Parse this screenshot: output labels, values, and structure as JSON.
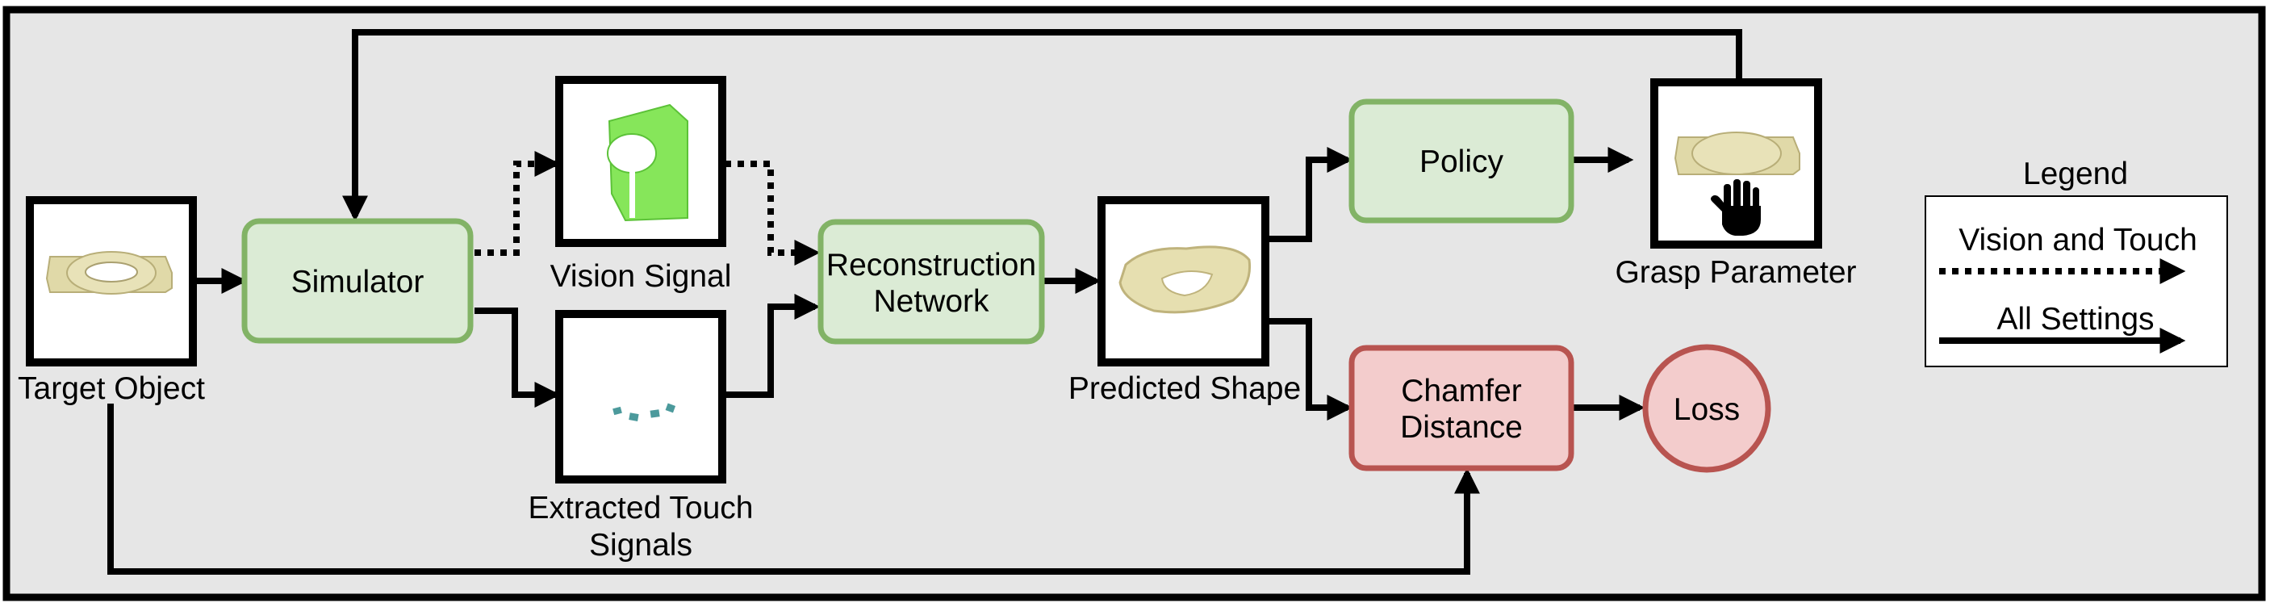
{
  "diagram": {
    "nodes": {
      "target_object": "Target Object",
      "simulator": "Simulator",
      "vision_signal": "Vision Signal",
      "touch_signals_line1": "Extracted Touch",
      "touch_signals_line2": "Signals",
      "reconstruction_line1": "Reconstruction",
      "reconstruction_line2": "Network",
      "predicted_shape": "Predicted Shape",
      "policy": "Policy",
      "grasp_parameter": "Grasp Parameter",
      "chamfer_line1": "Chamfer",
      "chamfer_line2": "Distance",
      "loss": "Loss"
    },
    "legend": {
      "title": "Legend",
      "vision_and_touch": "Vision and Touch",
      "all_settings": "All Settings"
    },
    "colors": {
      "background": "#e6e6e6",
      "process_fill": "#dbebd5",
      "process_stroke": "#82b366",
      "loss_fill": "#f3cccc",
      "loss_stroke": "#b85450"
    }
  }
}
